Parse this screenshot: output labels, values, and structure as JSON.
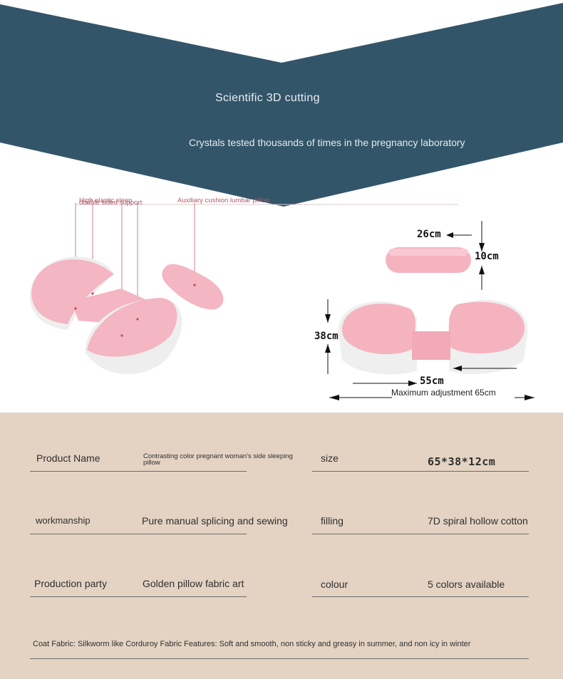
{
  "banner": {
    "title": "Scientific 3D cutting",
    "subtitle": "Crystals tested thousands of times in the pregnancy laboratory",
    "color": "#335569"
  },
  "figure": {
    "callouts": {
      "high_elastic_sleep": "High elastic sleep",
      "double_sided_support": "double sided support",
      "auxiliary_cushion": "Auxiliary cushion lumbar pillow"
    },
    "dimensions": {
      "cushion_length": "26cm",
      "cushion_height": "10cm",
      "pillow_height": "38cm",
      "pillow_width": "55cm",
      "max_adjustment": "Maximum adjustment 65cm"
    },
    "pillow_color": "#f2b8c4"
  },
  "specs": {
    "background": "#e4d3c3",
    "rows": [
      {
        "label": "Product Name",
        "value": "Contrasting color pregnant woman's side sleeping pillow",
        "label2": "size",
        "value2": "65*38*12cm"
      },
      {
        "label": "workmanship",
        "value": "Pure manual splicing and sewing",
        "label2": "filling",
        "value2": "7D spiral hollow cotton"
      },
      {
        "label": "Production party",
        "value": "Golden pillow fabric art",
        "label2": "colour",
        "value2": "5 colors available"
      }
    ],
    "note": "Coat Fabric: Silkworm like Corduroy Fabric Features: Soft and smooth, non sticky and greasy in summer, and non icy in winter"
  }
}
